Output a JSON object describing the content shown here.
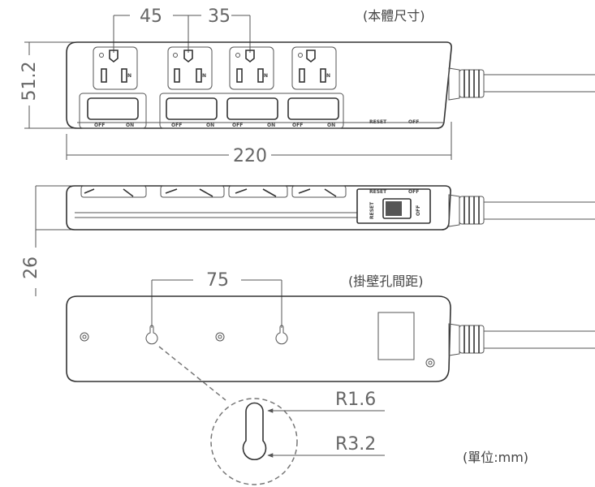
{
  "captions": {
    "body_size": "(本體尺寸)",
    "hang_spacing": "(掛壁孔間距)",
    "unit": "(單位:mm)"
  },
  "dimensions": {
    "socket_gap_1": "45",
    "socket_gap_2": "35",
    "height": "51.2",
    "length": "220",
    "depth": "26",
    "hole_spacing": "75",
    "radius_small": "R1.6",
    "radius_large": "R3.2"
  },
  "switch_labels": {
    "off": "OFF",
    "on": "ON",
    "reset": "RESET"
  },
  "socket_mark": "N"
}
